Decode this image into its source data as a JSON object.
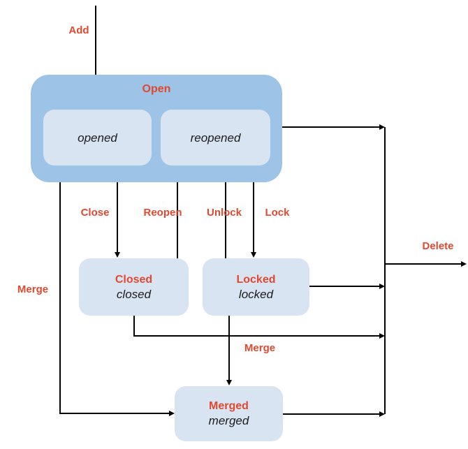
{
  "diagram": {
    "title_hint": "Issue state transition diagram",
    "colors": {
      "background": "#ffffff",
      "container_blue": "#9dc3e7",
      "state_blue": "#d9e4f3",
      "label_red": "#e0492f",
      "text_dark": "#1b1b1b",
      "line_color": "#000000"
    },
    "open_group": {
      "title": "Open",
      "substates": {
        "opened": "opened",
        "reopened": "reopened"
      }
    },
    "states": {
      "closed": {
        "title": "Closed",
        "sub": "closed"
      },
      "locked": {
        "title": "Locked",
        "sub": "locked"
      },
      "merged": {
        "title": "Merged",
        "sub": "merged"
      }
    },
    "transitions": {
      "add": "Add",
      "close": "Close",
      "reopen": "Reopen",
      "unlock": "Unlock",
      "lock": "Lock",
      "merge_left": "Merge",
      "merge_center": "Merge",
      "delete": "Delete"
    }
  }
}
